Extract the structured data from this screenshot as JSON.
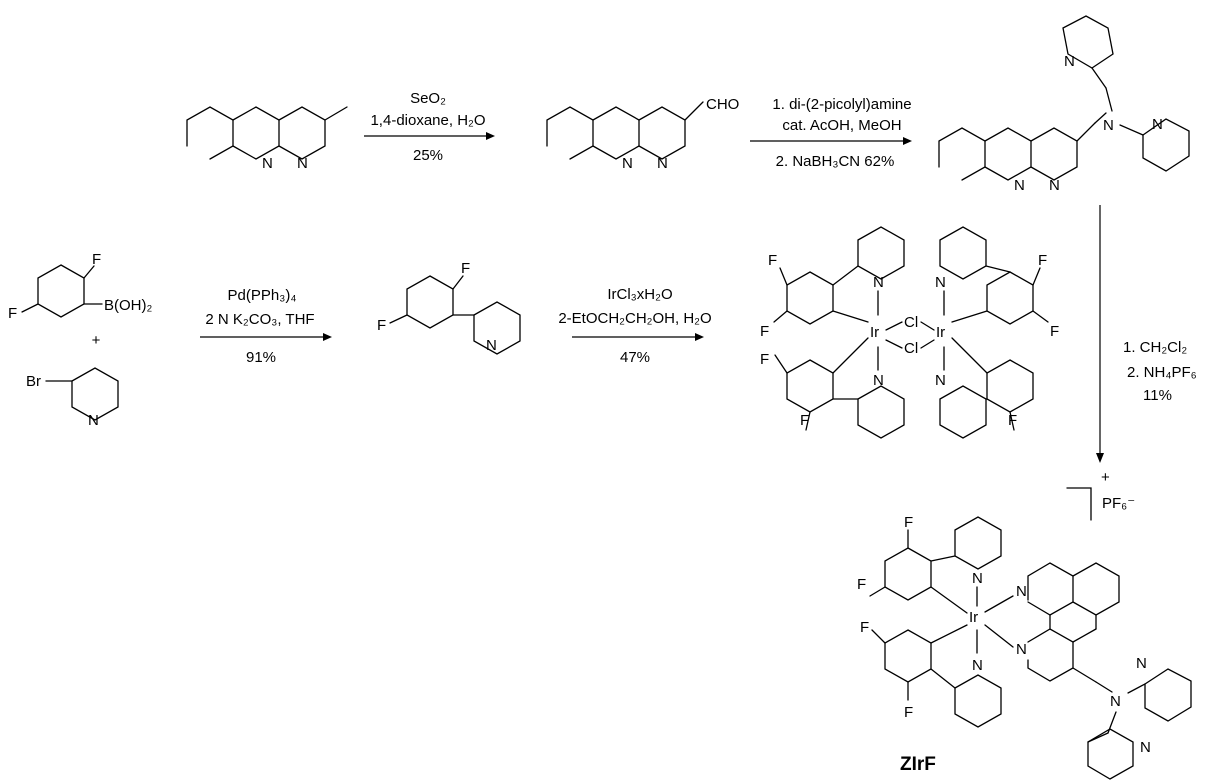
{
  "steps": [
    {
      "reagents": [
        "SeO₂",
        "1,4-dioxane, H₂O"
      ],
      "yield": "25%"
    },
    {
      "reagents": [
        "1. di-(2-picolyl)amine",
        "cat. AcOH, MeOH"
      ],
      "after": "2. NaBH₃CN  62%"
    },
    {
      "reagents": [
        "Pd(PPh₃)₄",
        "2 N K₂CO₃, THF"
      ],
      "yield": "91%"
    },
    {
      "reagents": [
        "IrCl₃xH₂O",
        "2-EtOCH₂CH₂OH, H₂O"
      ],
      "yield": "47%"
    },
    {
      "reagents": [
        "1. CH₂Cl₂",
        "2. NH₄PF₆"
      ],
      "yield": "11%"
    }
  ],
  "atoms": {
    "N": "N",
    "F": "F",
    "Ir": "Ir",
    "Cl": "Cl",
    "Br": "Br",
    "boronic": "B(OH)₂",
    "cho": "CHO",
    "plus": "+"
  },
  "counterion": {
    "charge": "+",
    "anion": "PF₆⁻"
  },
  "product_name": "ZIrF"
}
